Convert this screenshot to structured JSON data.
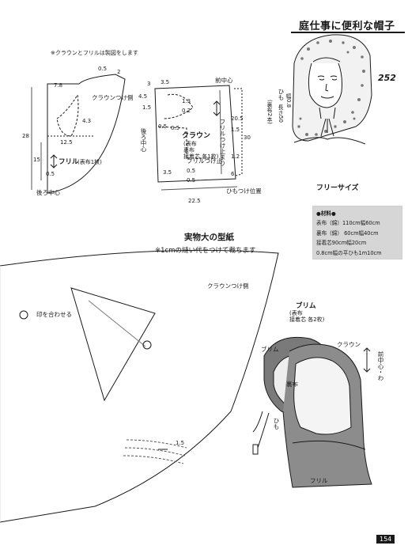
{
  "header": {
    "title": "庭仕事に便利な帽子",
    "page_number": "252"
  },
  "diagram": {
    "note": "※クラウンとフリルは製図をします",
    "left_piece": {
      "dims": [
        "0.5",
        "2",
        "7.8",
        "4.3",
        "12.5",
        "28",
        "15",
        "0.5"
      ],
      "crown_side_label": "クラウンつけ側",
      "frill_label": "フリル",
      "frill_note": "(表布1枚)",
      "back_center": "後ろ中心"
    },
    "right_piece": {
      "dims": [
        "3",
        "3.5",
        "4.5",
        "1.3",
        "0.2",
        "1.5",
        "0.5",
        "20.5",
        "1.5",
        "0.5",
        "1.2",
        "6",
        "0.5",
        "0.5",
        "3.5",
        "22.5",
        "30"
      ],
      "front_center": "前中心",
      "crown_label": "クラウン",
      "crown_note": "(表布\n裏布\n接着芯 各1枚)",
      "frill_attach": "フリルつけ止まり",
      "frill_attach2": "フリルつけ止",
      "back_center": "後ろ中心",
      "string_position": "ひもつけ位置"
    }
  },
  "tie_note": {
    "label": "ひも",
    "material": "(裏布2本)",
    "width": "幅0.8",
    "length": "長さ50"
  },
  "free_size": "フリーサイズ",
  "materials": {
    "heading": "●材料●",
    "items": [
      "表布（綿）110cm幅60cm",
      "裏布（綿） 60cm幅40cm",
      "接着芯90cm幅20cm",
      "0.8cm幅の平ひも1m10cm"
    ]
  },
  "pattern": {
    "title": "実物大の型紙",
    "subtitle": "※1cmの縫い代をつけて裁ちます",
    "crown_attach_side": "クラウンつけ側",
    "match_marks": "印を合わせる",
    "dim_value": "1.5"
  },
  "illustration": {
    "brim_label": "ブリム",
    "brim_note": "(表布\n接着芯 各2枚)",
    "brim": "ブリム",
    "crown": "クラウン",
    "lining": "裏布",
    "tie": "ひも",
    "frill": "フリル",
    "front_center": "前中心・わ"
  },
  "footer": {
    "page_number": "154"
  }
}
